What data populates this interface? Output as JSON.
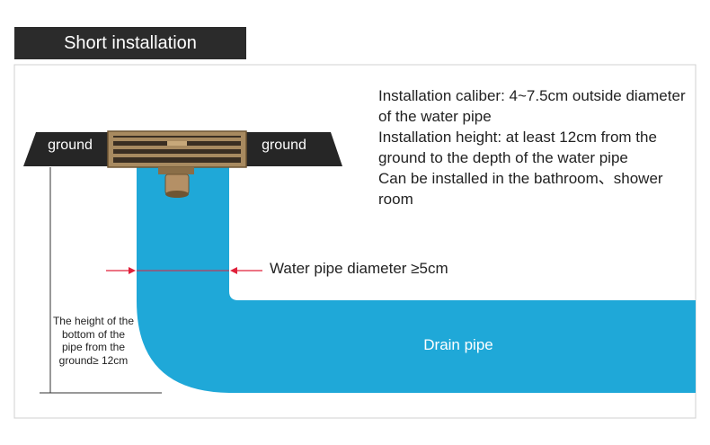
{
  "header": {
    "title": "Short installation"
  },
  "info_lines": [
    "Installation caliber: 4~7.5cm outside diameter of the water pipe",
    "Installation height: at least 12cm from the ground to the depth of the water pipe",
    "Can be installed in the bathroom、shower room"
  ],
  "labels": {
    "ground_left": "ground",
    "ground_right": "ground",
    "pipe_diameter": "Water pipe diameter ≥5cm",
    "drain_pipe": "Drain pipe",
    "height_note": "The height of the bottom of the pipe from the ground≥ 12cm"
  },
  "colors": {
    "pipe": "#1fa8d8",
    "ground": "#262626",
    "header_bg": "#2b2b2b",
    "drain_grate": "#a88a60",
    "arrow": "#e0203a",
    "frame": "#d0d0d0"
  }
}
